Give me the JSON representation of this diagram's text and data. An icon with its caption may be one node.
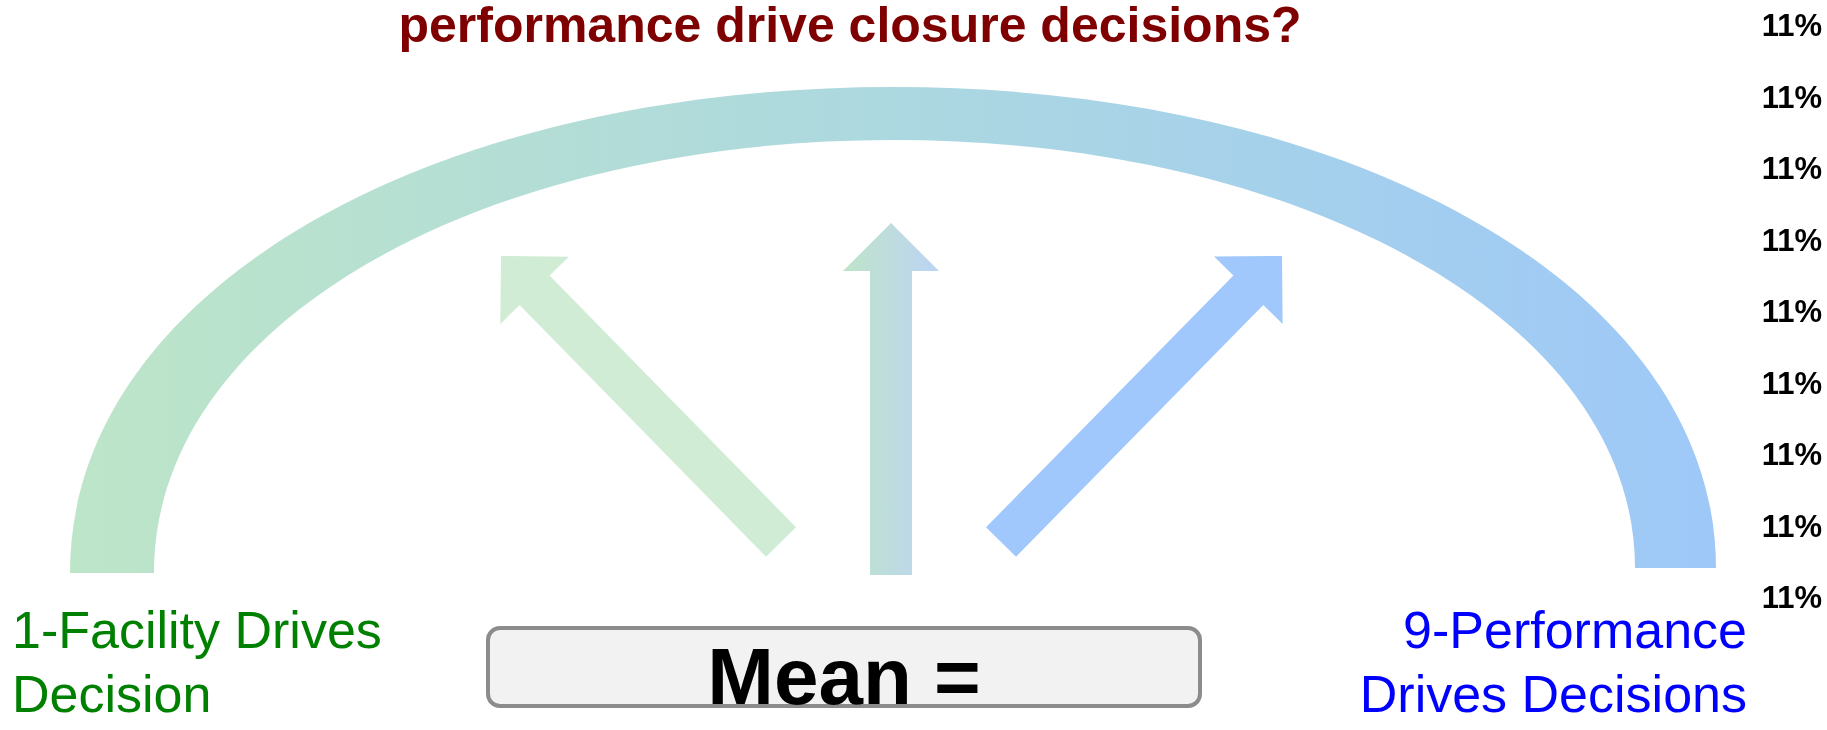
{
  "diagram": {
    "title": "performance drive closure decisions?",
    "nodes": [
      {
        "text": [
          "Mean ="
        ]
      }
    ],
    "labels": [
      "11%",
      "11%",
      "11%",
      "11%",
      "11%",
      "11%",
      "11%",
      "11%",
      "11%",
      "1-Facility Drives Decision",
      "9-Performance Drives Decisions"
    ]
  }
}
